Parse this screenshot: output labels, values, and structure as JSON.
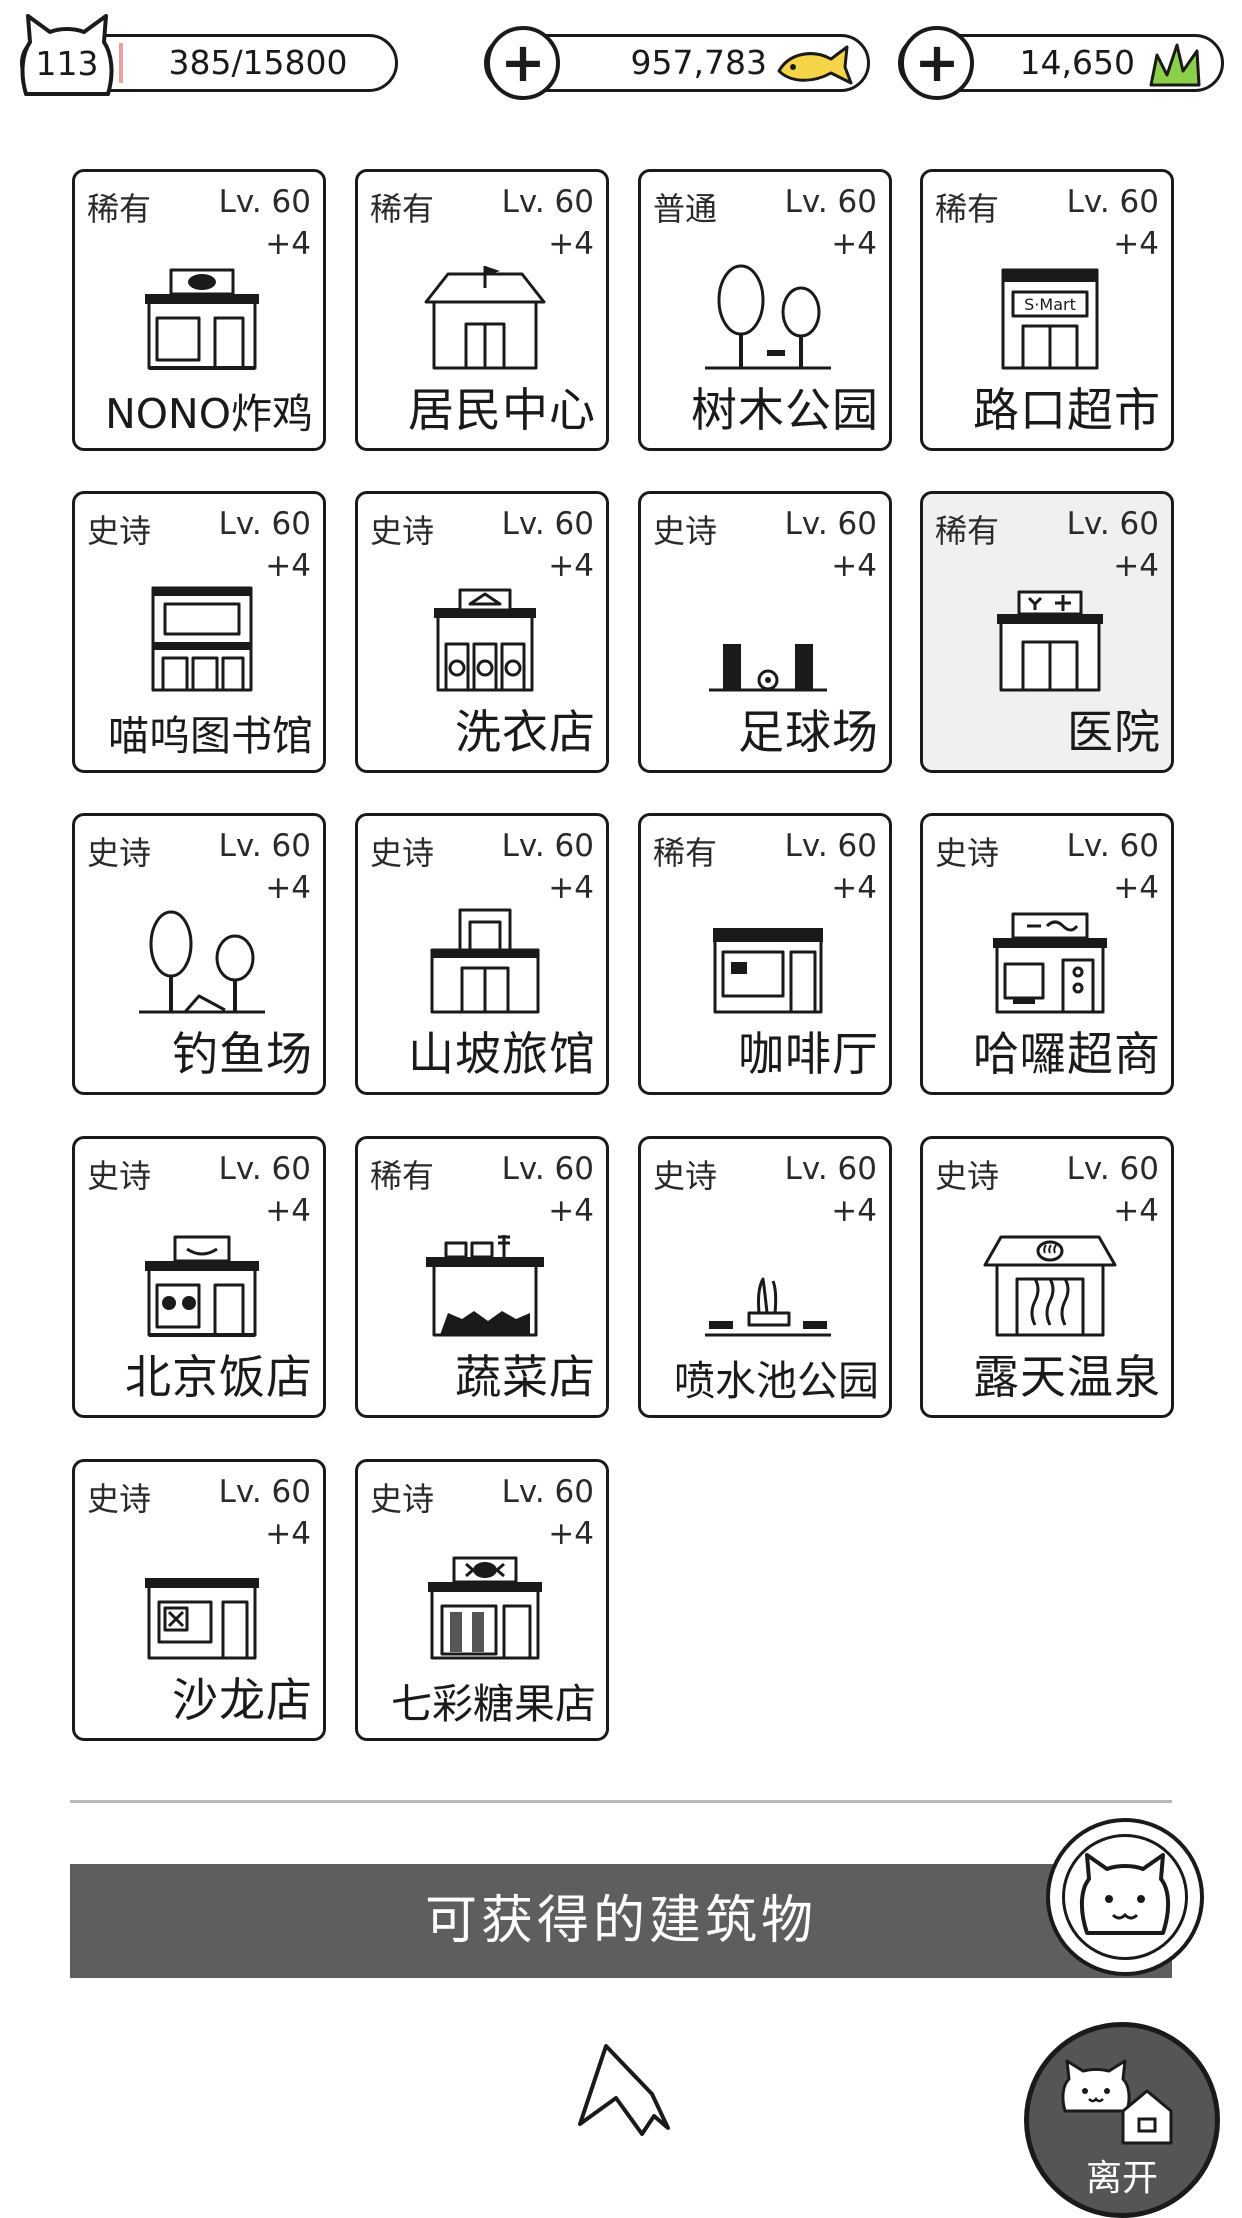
{
  "top_bar": {
    "level": "113",
    "xp": "385/15800",
    "fish": "957,783",
    "grass": "14,650"
  },
  "colors": {
    "fish_icon": "#f5d547",
    "grass_icon": "#8ccf4a",
    "banner_bg": "#5e5e5e",
    "leave_bg": "#555555"
  },
  "buildings": [
    {
      "rarity": "稀有",
      "level": "Lv. 60",
      "bonus": "+4",
      "name": "NONO炸鸡",
      "icon": "fried-chicken-shop-icon"
    },
    {
      "rarity": "稀有",
      "level": "Lv. 60",
      "bonus": "+4",
      "name": "居民中心",
      "icon": "community-center-icon"
    },
    {
      "rarity": "普通",
      "level": "Lv. 60",
      "bonus": "+4",
      "name": "树木公园",
      "icon": "tree-park-icon"
    },
    {
      "rarity": "稀有",
      "level": "Lv. 60",
      "bonus": "+4",
      "name": "路口超市",
      "icon": "supermarket-icon",
      "sign": "S·Mart"
    },
    {
      "rarity": "史诗",
      "level": "Lv. 60",
      "bonus": "+4",
      "name": "喵呜图书馆",
      "icon": "library-icon"
    },
    {
      "rarity": "史诗",
      "level": "Lv. 60",
      "bonus": "+4",
      "name": "洗衣店",
      "icon": "laundry-icon"
    },
    {
      "rarity": "史诗",
      "level": "Lv. 60",
      "bonus": "+4",
      "name": "足球场",
      "icon": "soccer-field-icon"
    },
    {
      "rarity": "稀有",
      "level": "Lv. 60",
      "bonus": "+4",
      "name": "医院",
      "icon": "hospital-icon"
    },
    {
      "rarity": "史诗",
      "level": "Lv. 60",
      "bonus": "+4",
      "name": "钓鱼场",
      "icon": "fishing-spot-icon"
    },
    {
      "rarity": "史诗",
      "level": "Lv. 60",
      "bonus": "+4",
      "name": "山坡旅馆",
      "icon": "hill-inn-icon"
    },
    {
      "rarity": "稀有",
      "level": "Lv. 60",
      "bonus": "+4",
      "name": "咖啡厅",
      "icon": "cafe-icon"
    },
    {
      "rarity": "史诗",
      "level": "Lv. 60",
      "bonus": "+4",
      "name": "哈囉超商",
      "icon": "convenience-store-icon"
    },
    {
      "rarity": "史诗",
      "level": "Lv. 60",
      "bonus": "+4",
      "name": "北京饭店",
      "icon": "beijing-restaurant-icon"
    },
    {
      "rarity": "稀有",
      "level": "Lv. 60",
      "bonus": "+4",
      "name": "蔬菜店",
      "icon": "vegetable-shop-icon"
    },
    {
      "rarity": "史诗",
      "level": "Lv. 60",
      "bonus": "+4",
      "name": "喷水池公园",
      "icon": "fountain-park-icon"
    },
    {
      "rarity": "史诗",
      "level": "Lv. 60",
      "bonus": "+4",
      "name": "露天温泉",
      "icon": "hot-spring-icon"
    },
    {
      "rarity": "史诗",
      "level": "Lv. 60",
      "bonus": "+4",
      "name": "沙龙店",
      "icon": "salon-icon"
    },
    {
      "rarity": "史诗",
      "level": "Lv. 60",
      "bonus": "+4",
      "name": "七彩糖果店",
      "icon": "candy-shop-icon"
    }
  ],
  "selected_building": "医院",
  "banner": {
    "title": "可获得的建筑物"
  },
  "leave_button": {
    "label": "离开"
  }
}
